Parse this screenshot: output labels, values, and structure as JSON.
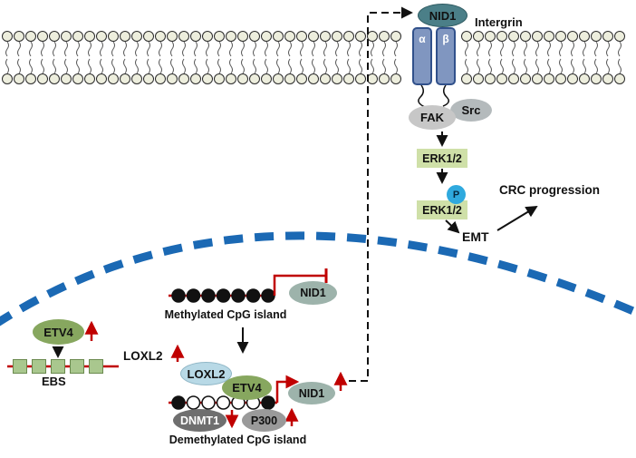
{
  "colors": {
    "membrane_head": "#edeedd",
    "integrin_blue": "#8096c0",
    "nid1_teal": "#4b7f88",
    "kinase_gray": "#c7c7c7",
    "erk_green": "#cfe0a8",
    "phospho_blue": "#2fa9de",
    "nuclear_membrane_blue": "#1b69b4",
    "etv4_green": "#87a75f",
    "ebs_green": "#a9c78e",
    "loxl2_blue": "#b8d9e6",
    "nid1_gray_green": "#9db3ab",
    "dnmt1_gray": "#6f6f6f",
    "p300_gray": "#9a9a9a",
    "regulation_red": "#c00000"
  },
  "membrane_pathway": {
    "nid1_ligand": "NID1",
    "integrin_label": "Intergrin",
    "alpha_subunit": "α",
    "beta_subunit": "β",
    "fak": "FAK",
    "src": "Src",
    "erk": "ERK1/2",
    "phospho": "P",
    "erk_phospho": "ERK1/2",
    "emt": "EMT",
    "crc_progression": "CRC progression"
  },
  "nucleus": {
    "etv4": "ETV4",
    "ebs_label": "EBS",
    "ebs_site_count": 5,
    "loxl2_induced": "LOXL2",
    "methylated_island": {
      "label": "Methylated CpG island",
      "nid1": "NID1",
      "cpg_sites": [
        "m",
        "m",
        "m",
        "m",
        "m",
        "m",
        "m"
      ]
    },
    "demethylated_island": {
      "label": "Demethylated CpG island",
      "loxl2": "LOXL2",
      "etv4": "ETV4",
      "nid1": "NID1",
      "dnmt1": "DNMT1",
      "p300": "P300",
      "cpg_sites": [
        "m",
        "u",
        "u",
        "u",
        "u",
        "u",
        "m"
      ]
    }
  }
}
